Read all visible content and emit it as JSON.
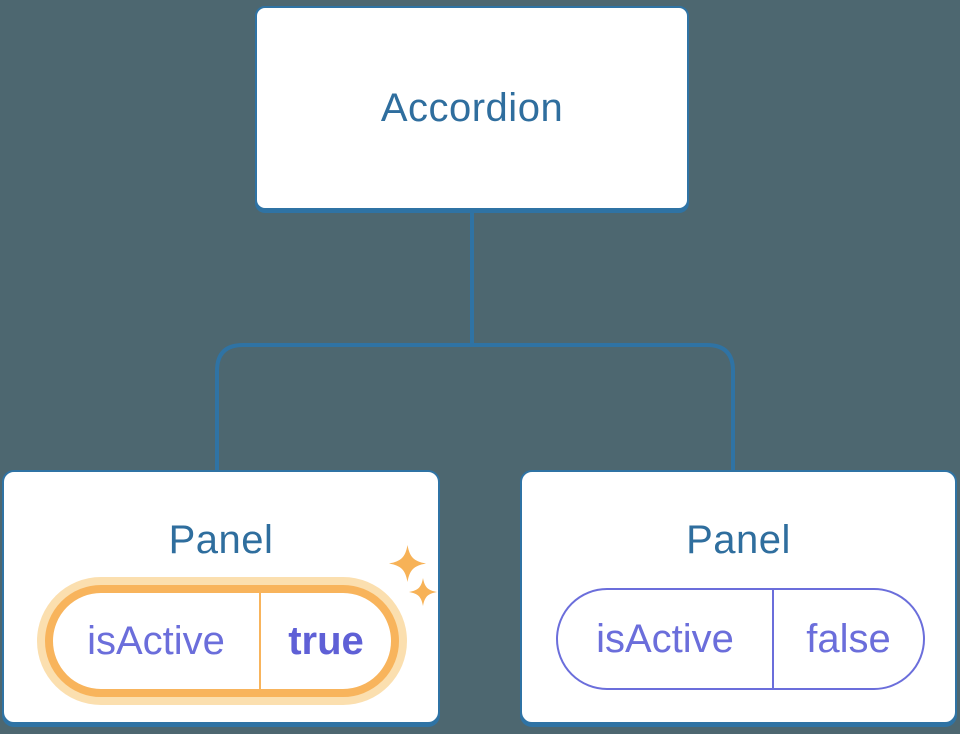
{
  "diagram": {
    "description": "Component tree: Accordion parent passing isActive prop to two Panel children",
    "root": {
      "label": "Accordion"
    },
    "panels": [
      {
        "title": "Panel",
        "prop_name": "isActive",
        "prop_value": "true",
        "active": true,
        "highlighted": true
      },
      {
        "title": "Panel",
        "prop_name": "isActive",
        "prop_value": "false",
        "active": false,
        "highlighted": false
      }
    ],
    "colors": {
      "background": "#4D6770",
      "box_fill": "#FFFFFF",
      "box_border": "#2F73A4",
      "connector": "#2F73A4",
      "title_text": "#2F6E9E",
      "prop_text": "#6B6EDB",
      "prop_value_active_text": "#5F60D6",
      "highlight_orange": "#F8B45C",
      "highlight_halo": "#FBDFAF",
      "sparkle": "#F7B257"
    }
  }
}
